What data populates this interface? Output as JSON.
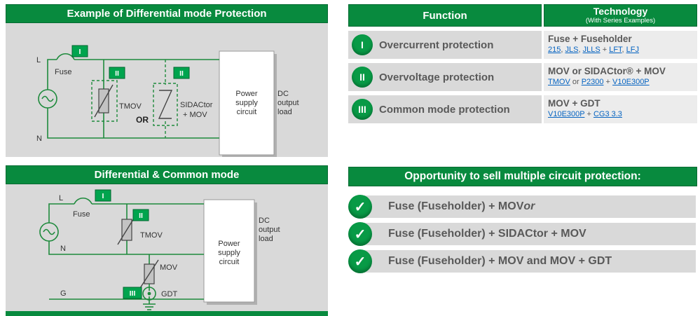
{
  "colors": {
    "green": "#088a3e",
    "badge_green": "#00a44e",
    "panel_gray": "#d9d9d9",
    "tech_gray": "#ececec",
    "text_gray": "#595959",
    "link_blue": "#0563c1"
  },
  "diagram1": {
    "title": "Example of Differential mode Protection",
    "l": "L",
    "n": "N",
    "fuse": "Fuse",
    "badge_i": "I",
    "badge_ii": "II",
    "tmov": "TMOV",
    "or": "OR",
    "sidactor_1": "SIDACtor",
    "sidactor_2": "+ MOV",
    "power": [
      "Power",
      "supply",
      "circuit"
    ],
    "dc": [
      "DC",
      "output",
      "load"
    ]
  },
  "diagram2": {
    "title": "Differential & Common mode",
    "l": "L",
    "n": "N",
    "g": "G",
    "fuse": "Fuse",
    "badge_i": "I",
    "badge_ii": "II",
    "badge_iii": "III",
    "tmov": "TMOV",
    "mov": "MOV",
    "gdt": "GDT",
    "power": [
      "Power",
      "supply",
      "circuit"
    ],
    "dc": [
      "DC",
      "output",
      "load"
    ]
  },
  "table": {
    "header": {
      "function": "Function",
      "technology": "Technology",
      "technology_sub": "(With Series Examples)"
    },
    "rows": [
      {
        "badge": "I",
        "function": "Overcurrent protection",
        "tech_title": "Fuse + Fuseholder",
        "segments": [
          {
            "text": "215",
            "link": true
          },
          {
            "text": ", ",
            "link": false
          },
          {
            "text": "JLS",
            "link": true
          },
          {
            "text": ", ",
            "link": false
          },
          {
            "text": "JLLS",
            "link": true
          },
          {
            "text": " + ",
            "link": false
          },
          {
            "text": "LFT",
            "link": true
          },
          {
            "text": ", ",
            "link": false
          },
          {
            "text": "LFJ",
            "link": true
          }
        ]
      },
      {
        "badge": "II",
        "function": "Overvoltage protection",
        "tech_title": "MOV or SIDACtor® + MOV",
        "segments": [
          {
            "text": "TMOV",
            "link": true
          },
          {
            "text": " or ",
            "link": false
          },
          {
            "text": "P2300",
            "link": true
          },
          {
            "text": " + ",
            "link": false
          },
          {
            "text": "V10E300P",
            "link": true
          }
        ]
      },
      {
        "badge": "III",
        "function": "Common mode protection",
        "tech_title": "MOV + GDT",
        "segments": [
          {
            "text": "V10E300P",
            "link": true
          },
          {
            "text": " + ",
            "link": false
          },
          {
            "text": "CG3 3.3",
            "link": true
          }
        ]
      }
    ]
  },
  "opportunity": {
    "title": "Opportunity to sell multiple circuit protection:",
    "check": "✓",
    "items": [
      {
        "main": "Fuse (Fuseholder) + MOV ",
        "em": "or"
      },
      {
        "main": "Fuse (Fuseholder) + SIDACtor + MOV",
        "em": ""
      },
      {
        "main": "Fuse (Fuseholder) + MOV and MOV + GDT",
        "em": ""
      }
    ]
  }
}
